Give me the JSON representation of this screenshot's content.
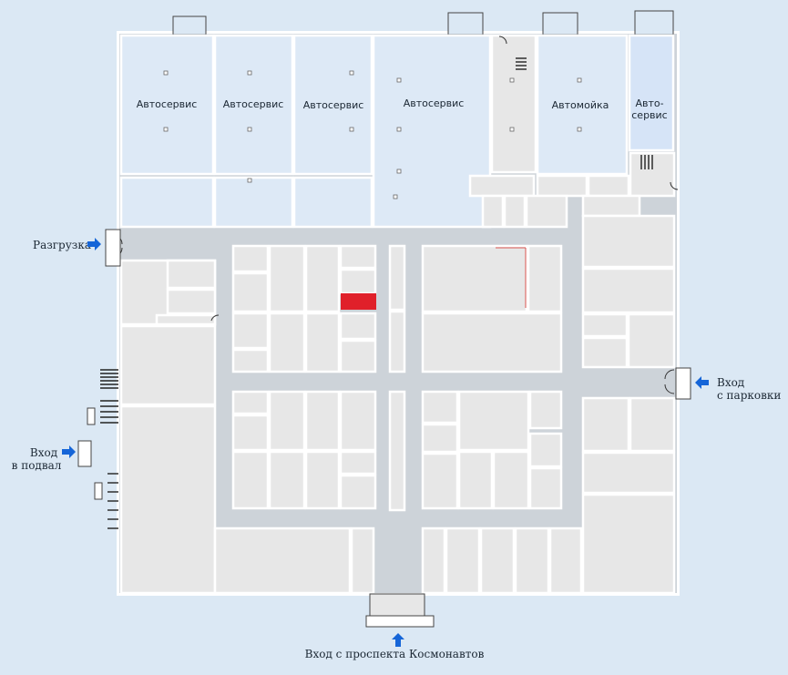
{
  "colors": {
    "background": "#dbe8f4",
    "corridor": "#cdd3d9",
    "room": "#e7e7e7",
    "service_bay": "#dde9f6",
    "carwash_bay": "#d6e4f7",
    "walls": "#ffffff",
    "highlight": "#e0202a",
    "entrance_arrow": "#1565d8"
  },
  "service_bays": [
    {
      "label": "Автосервис"
    },
    {
      "label": "Автосервис"
    },
    {
      "label": "Автосервис"
    },
    {
      "label": "Автосервис"
    },
    {
      "label": "Автомойка"
    },
    {
      "line1": "Авто-",
      "line2": "сервис"
    }
  ],
  "entrances": {
    "unloading": {
      "label": "Разгрузка",
      "icon": "arrow-right-icon"
    },
    "basement": {
      "line1": "Вход",
      "line2": "в подвал",
      "icon": "arrow-right-icon"
    },
    "parking": {
      "line1": "Вход",
      "line2": "с парковки",
      "icon": "arrow-left-icon"
    },
    "main": {
      "label": "Вход с проспекта Космонавтов",
      "icon": "arrow-up-icon"
    }
  }
}
